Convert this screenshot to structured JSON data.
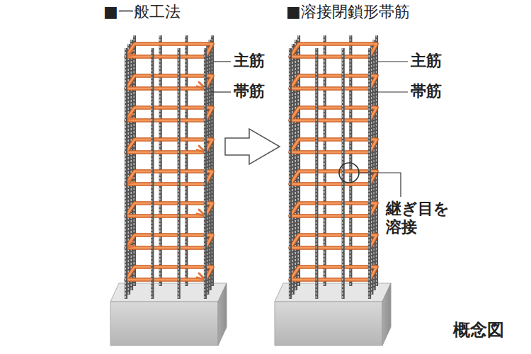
{
  "diagram": {
    "labels": [
      "■一般工法",
      "主筋",
      "帯筋",
      "■溶接閉鎖形帯筋",
      "主筋",
      "帯筋",
      "継ぎ目を 溶接",
      "概念図"
    ]
  }
}
